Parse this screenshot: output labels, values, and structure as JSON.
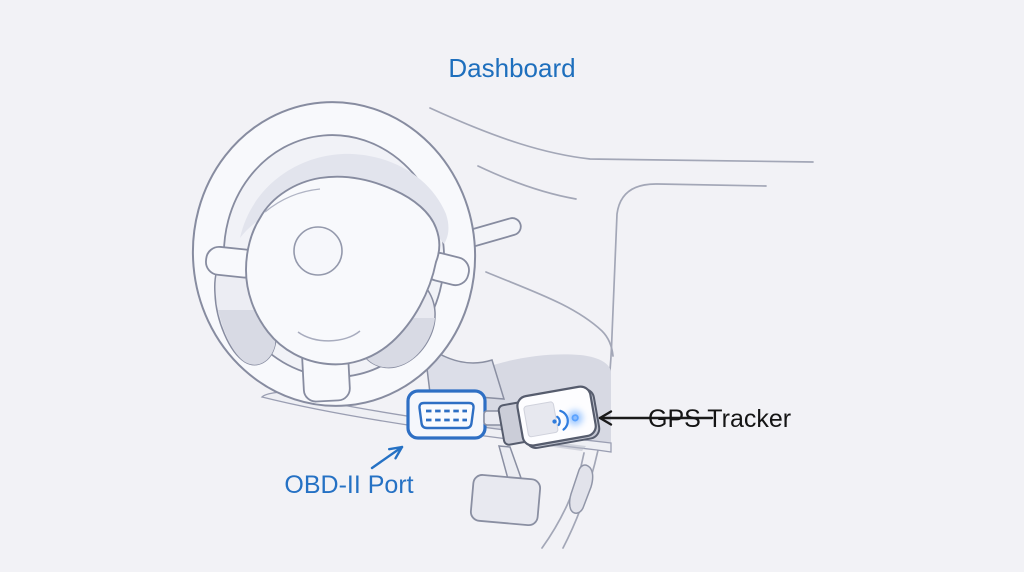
{
  "page": {
    "title": "Dashboard"
  },
  "callouts": {
    "obd_port": {
      "label": "OBD-II Port"
    },
    "gps_tracker": {
      "label": "GPS Tracker"
    }
  },
  "icons": {
    "wifi": "wifi-signal-icon",
    "led": "status-led-glow",
    "obd": "obd-port-connector-icon"
  },
  "colors": {
    "background": "#F2F2F6",
    "title_blue": "#1E6FBD",
    "callout_blue": "#2571C4",
    "callout_dark": "#151515",
    "port_blue": "#2E6FC4",
    "led_blue": "#4E9BFF",
    "wifi_blue": "#2E7BDC",
    "line_gray": "#878CA0"
  }
}
